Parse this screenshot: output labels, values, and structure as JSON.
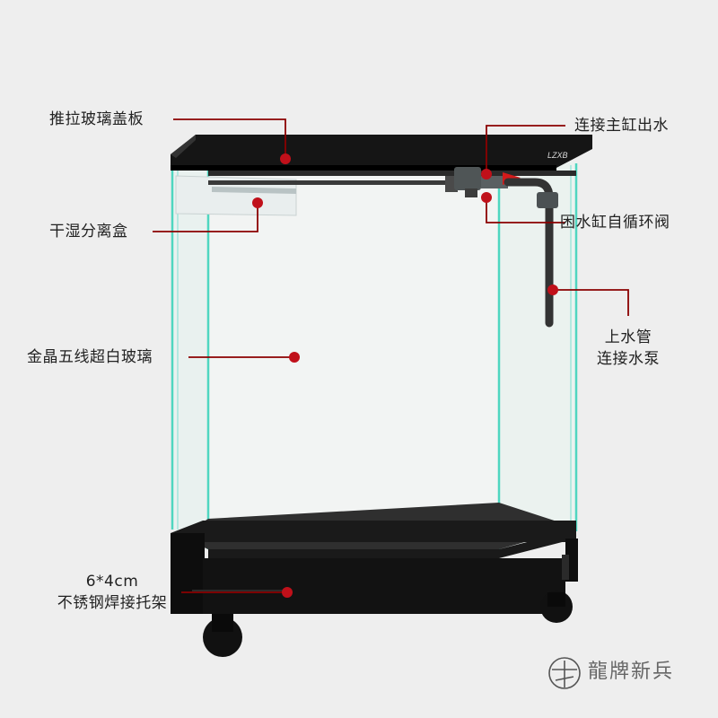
{
  "callouts": {
    "lid": "推拉玻璃盖板",
    "outlet": "连接主缸出水",
    "dry_box": "干湿分离盒",
    "valve": "困水缸自循环阀",
    "pipe_line1": "上水管",
    "pipe_line2": "连接水泵",
    "glass": "金晶五线超白玻璃",
    "stand_line1": "6*4cm",
    "stand_line2": "不锈钢焊接托架"
  },
  "lid_logo": "LZXB",
  "brand": {
    "name": "龍牌新兵"
  },
  "colors": {
    "background": "#eeeeee",
    "callout_line": "#8b0000",
    "callout_dot": "#c0101a",
    "frame": "#111111",
    "glass_edge": "#4fd6c0"
  }
}
